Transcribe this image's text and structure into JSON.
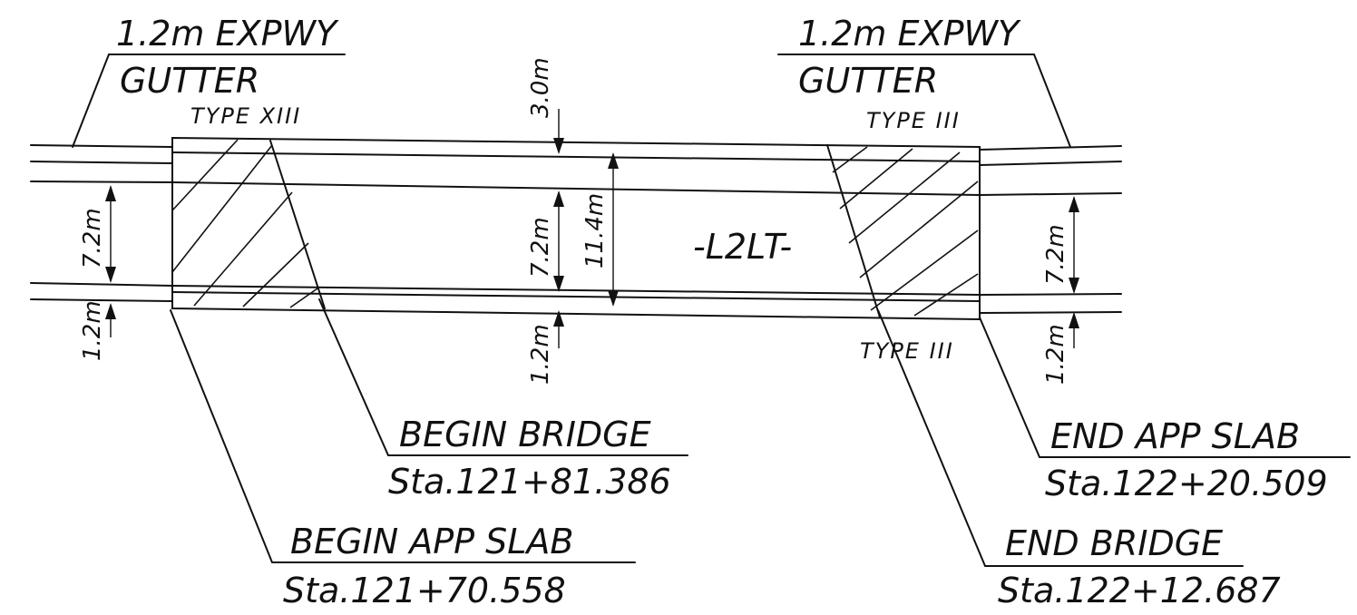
{
  "callouts": {
    "left_gutter_line1": "1.2m EXPWY",
    "left_gutter_line2": "GUTTER",
    "right_gutter_line1": "1.2m EXPWY",
    "right_gutter_line2": "GUTTER",
    "type_xiii": "TYPE XIII",
    "type_iii_top": "TYPE III",
    "type_iii_bottom": "TYPE III",
    "alignment": "-L2LT-",
    "begin_bridge_title": "BEGIN BRIDGE",
    "begin_bridge_station": "Sta.121+81.386",
    "begin_app_slab_title": "BEGIN APP SLAB",
    "begin_app_slab_station": "Sta.121+70.558",
    "end_app_slab_title": "END APP SLAB",
    "end_app_slab_station": "Sta.122+20.509",
    "end_bridge_title": "END BRIDGE",
    "end_bridge_station": "Sta.122+12.687"
  },
  "dimensions": {
    "left_lane": "7.2m",
    "left_shoulder": "1.2m",
    "center_top": "3.0m",
    "center_lane": "7.2m",
    "center_shoulder": "1.2m",
    "center_total": "11.4m",
    "right_lane": "7.2m",
    "right_shoulder": "1.2m"
  }
}
